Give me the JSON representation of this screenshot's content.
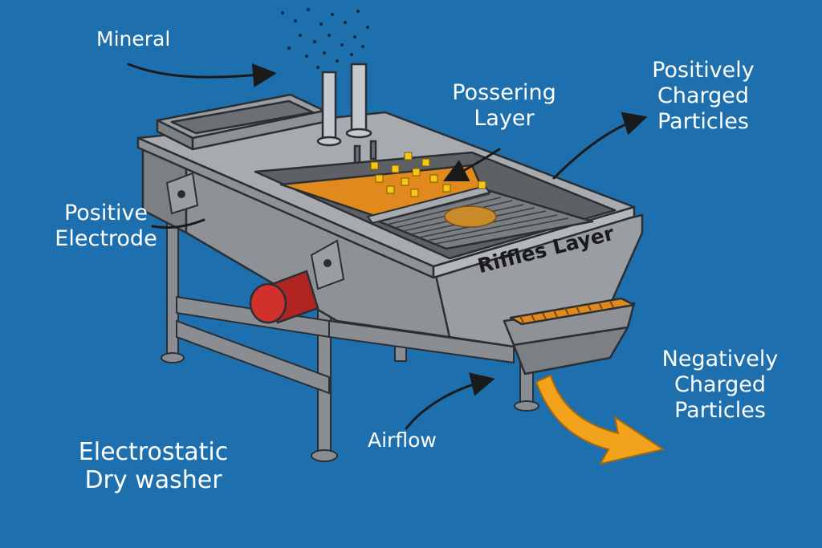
{
  "title": "Electrostatic\nDry washer",
  "labels": {
    "mineral": "Mineral",
    "possering_layer": "Possering\nLayer",
    "positively_charged": "Positively\nCharged\nParticles",
    "positive_electrode": "Positive\nElectrode",
    "riffles_layer": "Riffles Layer",
    "negatively_charged": "Negatively\nCharged\nParticles",
    "airflow": "Airflow"
  },
  "colors": {
    "background": "#1d6fad",
    "machine_body": "#8e9296",
    "machine_top": "#a7abaf",
    "ore": "#e08a1e",
    "motor": "#d0312d",
    "output_arrow": "#f2a31b",
    "label_text": "#ffffff"
  }
}
